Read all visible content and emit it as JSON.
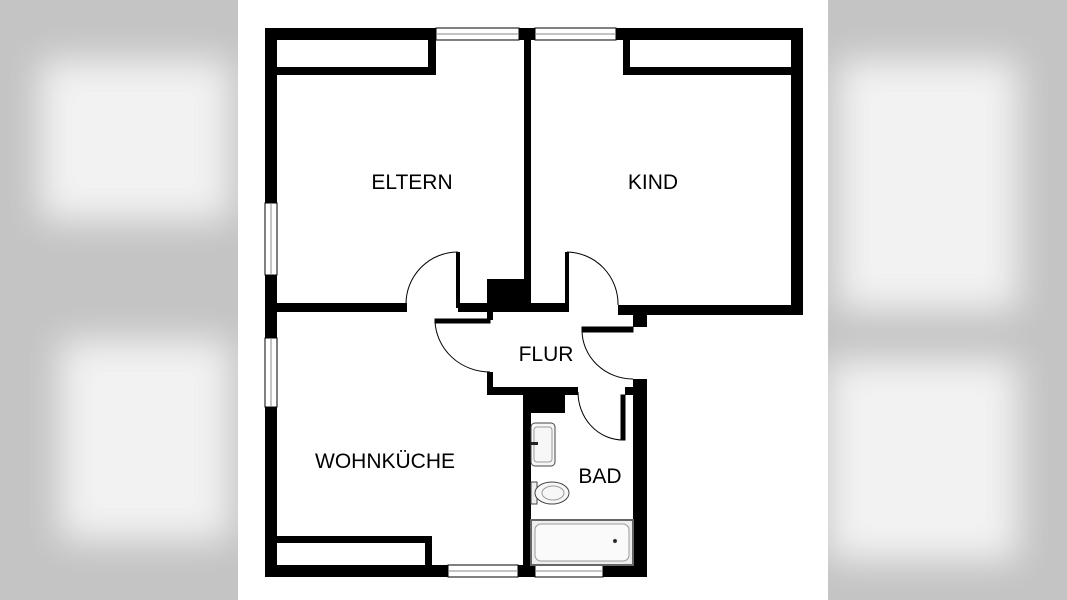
{
  "rooms": {
    "eltern": "ELTERN",
    "kind": "KIND",
    "flur": "FLUR",
    "wohnkueche": "WOHNKÜCHE",
    "bad": "BAD"
  },
  "colors": {
    "wall": "#000000",
    "background": "#ffffff",
    "side_blur": "#c4c4c4"
  }
}
